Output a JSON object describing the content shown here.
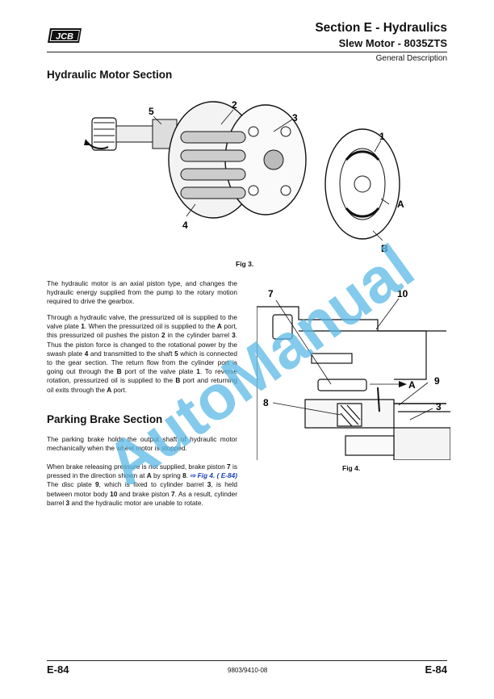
{
  "header": {
    "logo_text": "JCB",
    "section_title": "Section E - Hydraulics",
    "section_subtitle": "Slew Motor - 8035ZTS",
    "page_category": "General Description"
  },
  "motor_section": {
    "heading": "Hydraulic Motor Section",
    "figure_caption": "Fig 3.",
    "figure_labels": [
      "5",
      "2",
      "3",
      "1",
      "A",
      "B",
      "4"
    ],
    "paragraph_1": "The hydraulic motor is an axial piston type, and changes the hydraulic energy supplied from the pump to the rotary motion required to drive the gearbox.",
    "paragraph_2_runs": [
      "Through a hydraulic valve, the pressurized oil is supplied to the valve plate ",
      "1",
      ". When the pressurized oil is supplied to the ",
      "A",
      " port, this pressurized oil pushes the piston ",
      "2",
      " in the cylinder barrel ",
      "3",
      ". Thus the piston force is changed to the rotational power by the swash plate ",
      "4",
      " and transmitted to the shaft ",
      "5",
      " which is connected to the gear section. The return flow from the cylinder port is going out through the ",
      "B",
      " port of the valve plate ",
      "1",
      ". To reverse rotation, pressurized oil is supplied to the ",
      "B",
      " port and returning oil exits through the ",
      "A",
      " port."
    ]
  },
  "brake_section": {
    "heading": "Parking Brake Section",
    "paragraph_3": "The parking brake holds the output shaft of hydraulic motor mechanically when the wheel motor is stopped.",
    "paragraph_4_runs": [
      "When brake releasing pressure is not supplied, brake piston ",
      "7",
      " is pressed in the direction shown at ",
      "A",
      " by spring ",
      "8",
      ". ",
      "⇨ Fig 4. ( E-84)",
      " The disc plate ",
      "9",
      ", which is fixed to cylinder barrel ",
      "3",
      ", is held between motor body ",
      "10",
      " and brake piston ",
      "7",
      ". As a result, cylinder barrel ",
      "3",
      " and the hydraulic motor are unable to rotate."
    ],
    "figure_caption": "Fig 4.",
    "figure_labels": [
      "7",
      "10",
      "A",
      "9",
      "8",
      "3"
    ]
  },
  "watermark": {
    "text": "AutoManual",
    "color": "#5bb8e6"
  },
  "footer": {
    "left_page": "E-84",
    "doc_number": "9803/9410-08",
    "right_page": "E-84"
  }
}
